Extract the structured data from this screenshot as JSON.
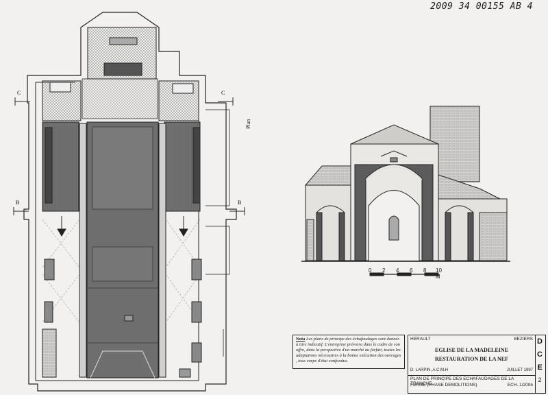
{
  "reference": "2009 34 00155 AB 4",
  "plan": {
    "label": "Plan",
    "section_marks": [
      "C",
      "C",
      "B",
      "B"
    ]
  },
  "elevation": {
    "scale_ticks": [
      "0",
      "2",
      "4",
      "6",
      "8",
      "10 M"
    ]
  },
  "nota": {
    "heading": "Nota",
    "text": "Les plans de principe des échafaudages sont donnés à titre indicatif. L'entreprise prévoira dans le cadre de son offre, dans la perspective d'un marché au forfait, toutes les adaptations nécessaires à la bonne exécution des ouvrages , tous corps d'état confondus."
  },
  "title_block": {
    "department": "HERAULT",
    "city": "BEZIERS",
    "building": "EGLISE DE LA MADELEINE",
    "project": "RESTAURATION DE LA NEF",
    "architect": "D. LARPIN, A.C.M.H",
    "date": "JUILLET 1997",
    "phase_letters": [
      "D",
      "C",
      "E"
    ],
    "drawing_title_1": "PLAN DE PRINCIPE DES ECHAFAUDAGES DE LA TRANCHE",
    "drawing_title_2": "FERME (PHASE DEMOLITIONS)",
    "scale": "ECH. 1/200è",
    "sheet": "2"
  },
  "colors": {
    "paper": "#f2f1ef",
    "ink": "#1a1a1a",
    "scaffold": "#6a6a6a",
    "hatch": "#9a9a9a"
  }
}
